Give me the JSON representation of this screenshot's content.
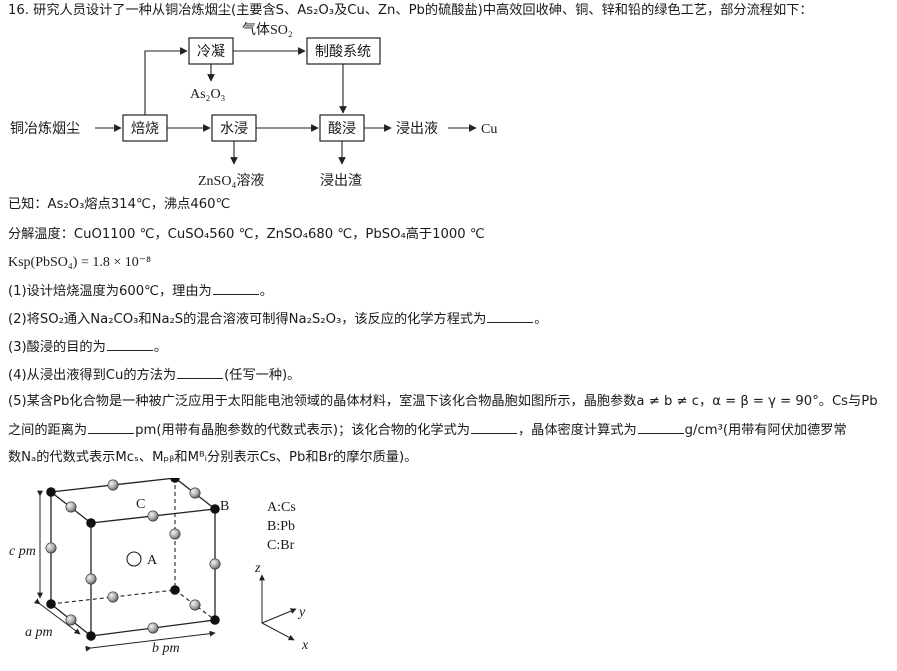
{
  "question": {
    "intro": "16. 研究人员设计了一种从铜冶炼烟尘(主要含S、As₂O₃及Cu、Zn、Pb的硫酸盐)中高效回收砷、铜、锌和铅的绿色工艺，部分流程如下："
  },
  "flow": {
    "source": "铜冶炼烟尘",
    "roast": "焙烧",
    "condense": "冷凝",
    "gas_so2": "气体SO₂",
    "acid_system": "制酸系统",
    "as2o3": "As₂O₃",
    "water_leach": "水浸",
    "acid_leach": "酸浸",
    "leachate": "浸出液",
    "cu": "Cu",
    "znso4": "ZnSO₄溶液",
    "residue": "浸出渣"
  },
  "known": {
    "line1": "已知：As₂O₃熔点314℃，沸点460℃",
    "line2": "分解温度：CuO1100 ℃，CuSO₄560 ℃，ZnSO₄680 ℃，PbSO₄高于1000 ℃",
    "line3": "Ksp(PbSO₄) = 1.8 × 10⁻⁸"
  },
  "questions": {
    "q1a": "(1)设计焙烧温度为600℃，理由为",
    "q1b": "。",
    "q2a": "(2)将SO₂通入Na₂CO₃和Na₂S的混合溶液可制得Na₂S₂O₃，该反应的化学方程式为",
    "q2b": "。",
    "q3a": "(3)酸浸的目的为",
    "q3b": "。",
    "q4a": "(4)从浸出液得到Cu的方法为",
    "q4b": "(任写一种)。",
    "q5_line1": "(5)某含Pb化合物是一种被广泛应用于太阳能电池领域的晶体材料，室温下该化合物晶胞如图所示，晶胞参数a ≠ b ≠ c，α = β = γ = 90°。Cs与Pb",
    "q5_line2a": "之间的距离为",
    "q5_line2b": "pm(用带有晶胞参数的代数式表示)；该化合物的化学式为",
    "q5_line2c": "，晶体密度计算式为",
    "q5_line2d": "g/cm³(用带有阿伏加德罗常",
    "q5_line3": "数Nₐ的代数式表示Mᴄₛ、Mₚᵦ和Mᴮᵢ分别表示Cs、Pb和Br的摩尔质量)。"
  },
  "figure": {
    "label_c": "C",
    "label_b": "B",
    "label_a": "A",
    "legend_a": "A:Cs",
    "legend_b": "B:Pb",
    "legend_c": "C:Br",
    "dim_c": "c pm",
    "dim_a": "a pm",
    "dim_b": "b pm",
    "axis_z": "z",
    "axis_y": "y",
    "axis_x": "x"
  }
}
